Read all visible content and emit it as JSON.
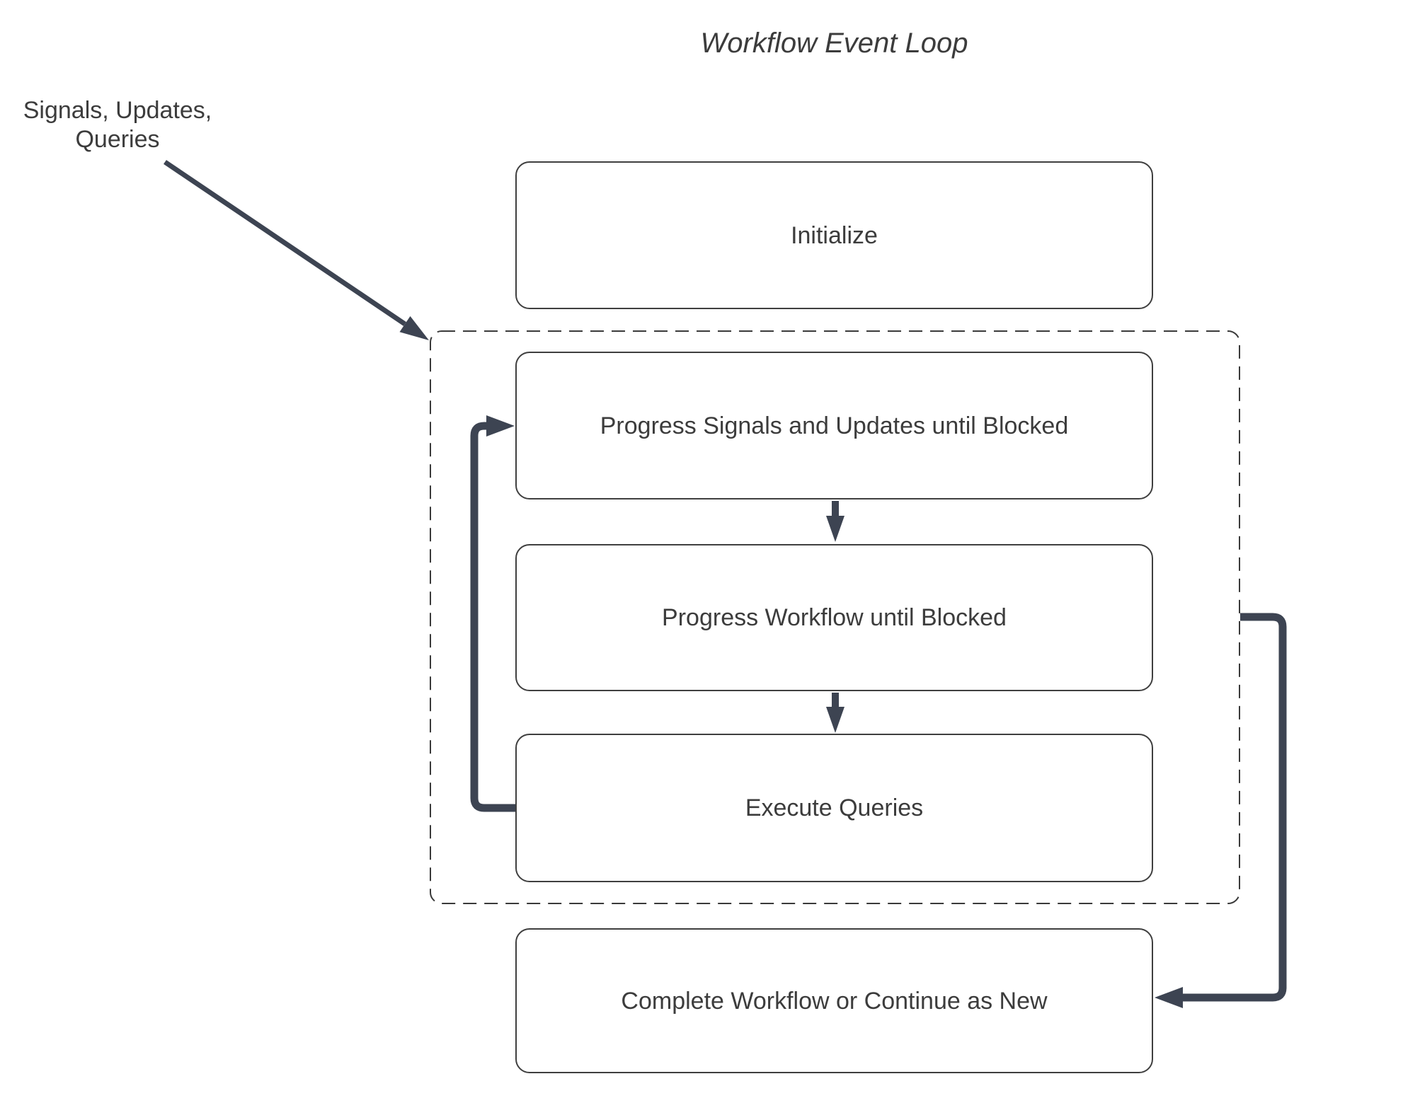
{
  "diagram": {
    "title": "Workflow Event Loop",
    "external_label": {
      "line1": "Signals, Updates,",
      "line2": "Queries"
    },
    "nodes": [
      {
        "id": "initialize",
        "label": "Initialize"
      },
      {
        "id": "progress-signals",
        "label": "Progress Signals and Updates until Blocked"
      },
      {
        "id": "progress-workflow",
        "label": "Progress Workflow until Blocked"
      },
      {
        "id": "execute-queries",
        "label": "Execute Queries"
      },
      {
        "id": "complete",
        "label": "Complete Workflow or Continue as New"
      }
    ],
    "boundary": {
      "contains": [
        "progress-signals",
        "progress-workflow",
        "execute-queries"
      ],
      "style": "dashed"
    },
    "edges": [
      {
        "from": "external-label",
        "to": "event-loop-boundary",
        "style": "thin-diagonal-arrow"
      },
      {
        "from": "progress-signals",
        "to": "progress-workflow",
        "style": "short-down-arrow"
      },
      {
        "from": "progress-workflow",
        "to": "execute-queries",
        "style": "short-down-arrow"
      },
      {
        "from": "execute-queries",
        "to": "progress-signals",
        "style": "thick-left-elbow-arrow"
      },
      {
        "from": "event-loop-boundary",
        "to": "complete",
        "style": "thick-right-elbow-arrow"
      }
    ],
    "colors": {
      "connector": "#3d4452",
      "box_border": "#3f3f3f",
      "text": "#3c3c3c",
      "background": "#ffffff"
    }
  }
}
